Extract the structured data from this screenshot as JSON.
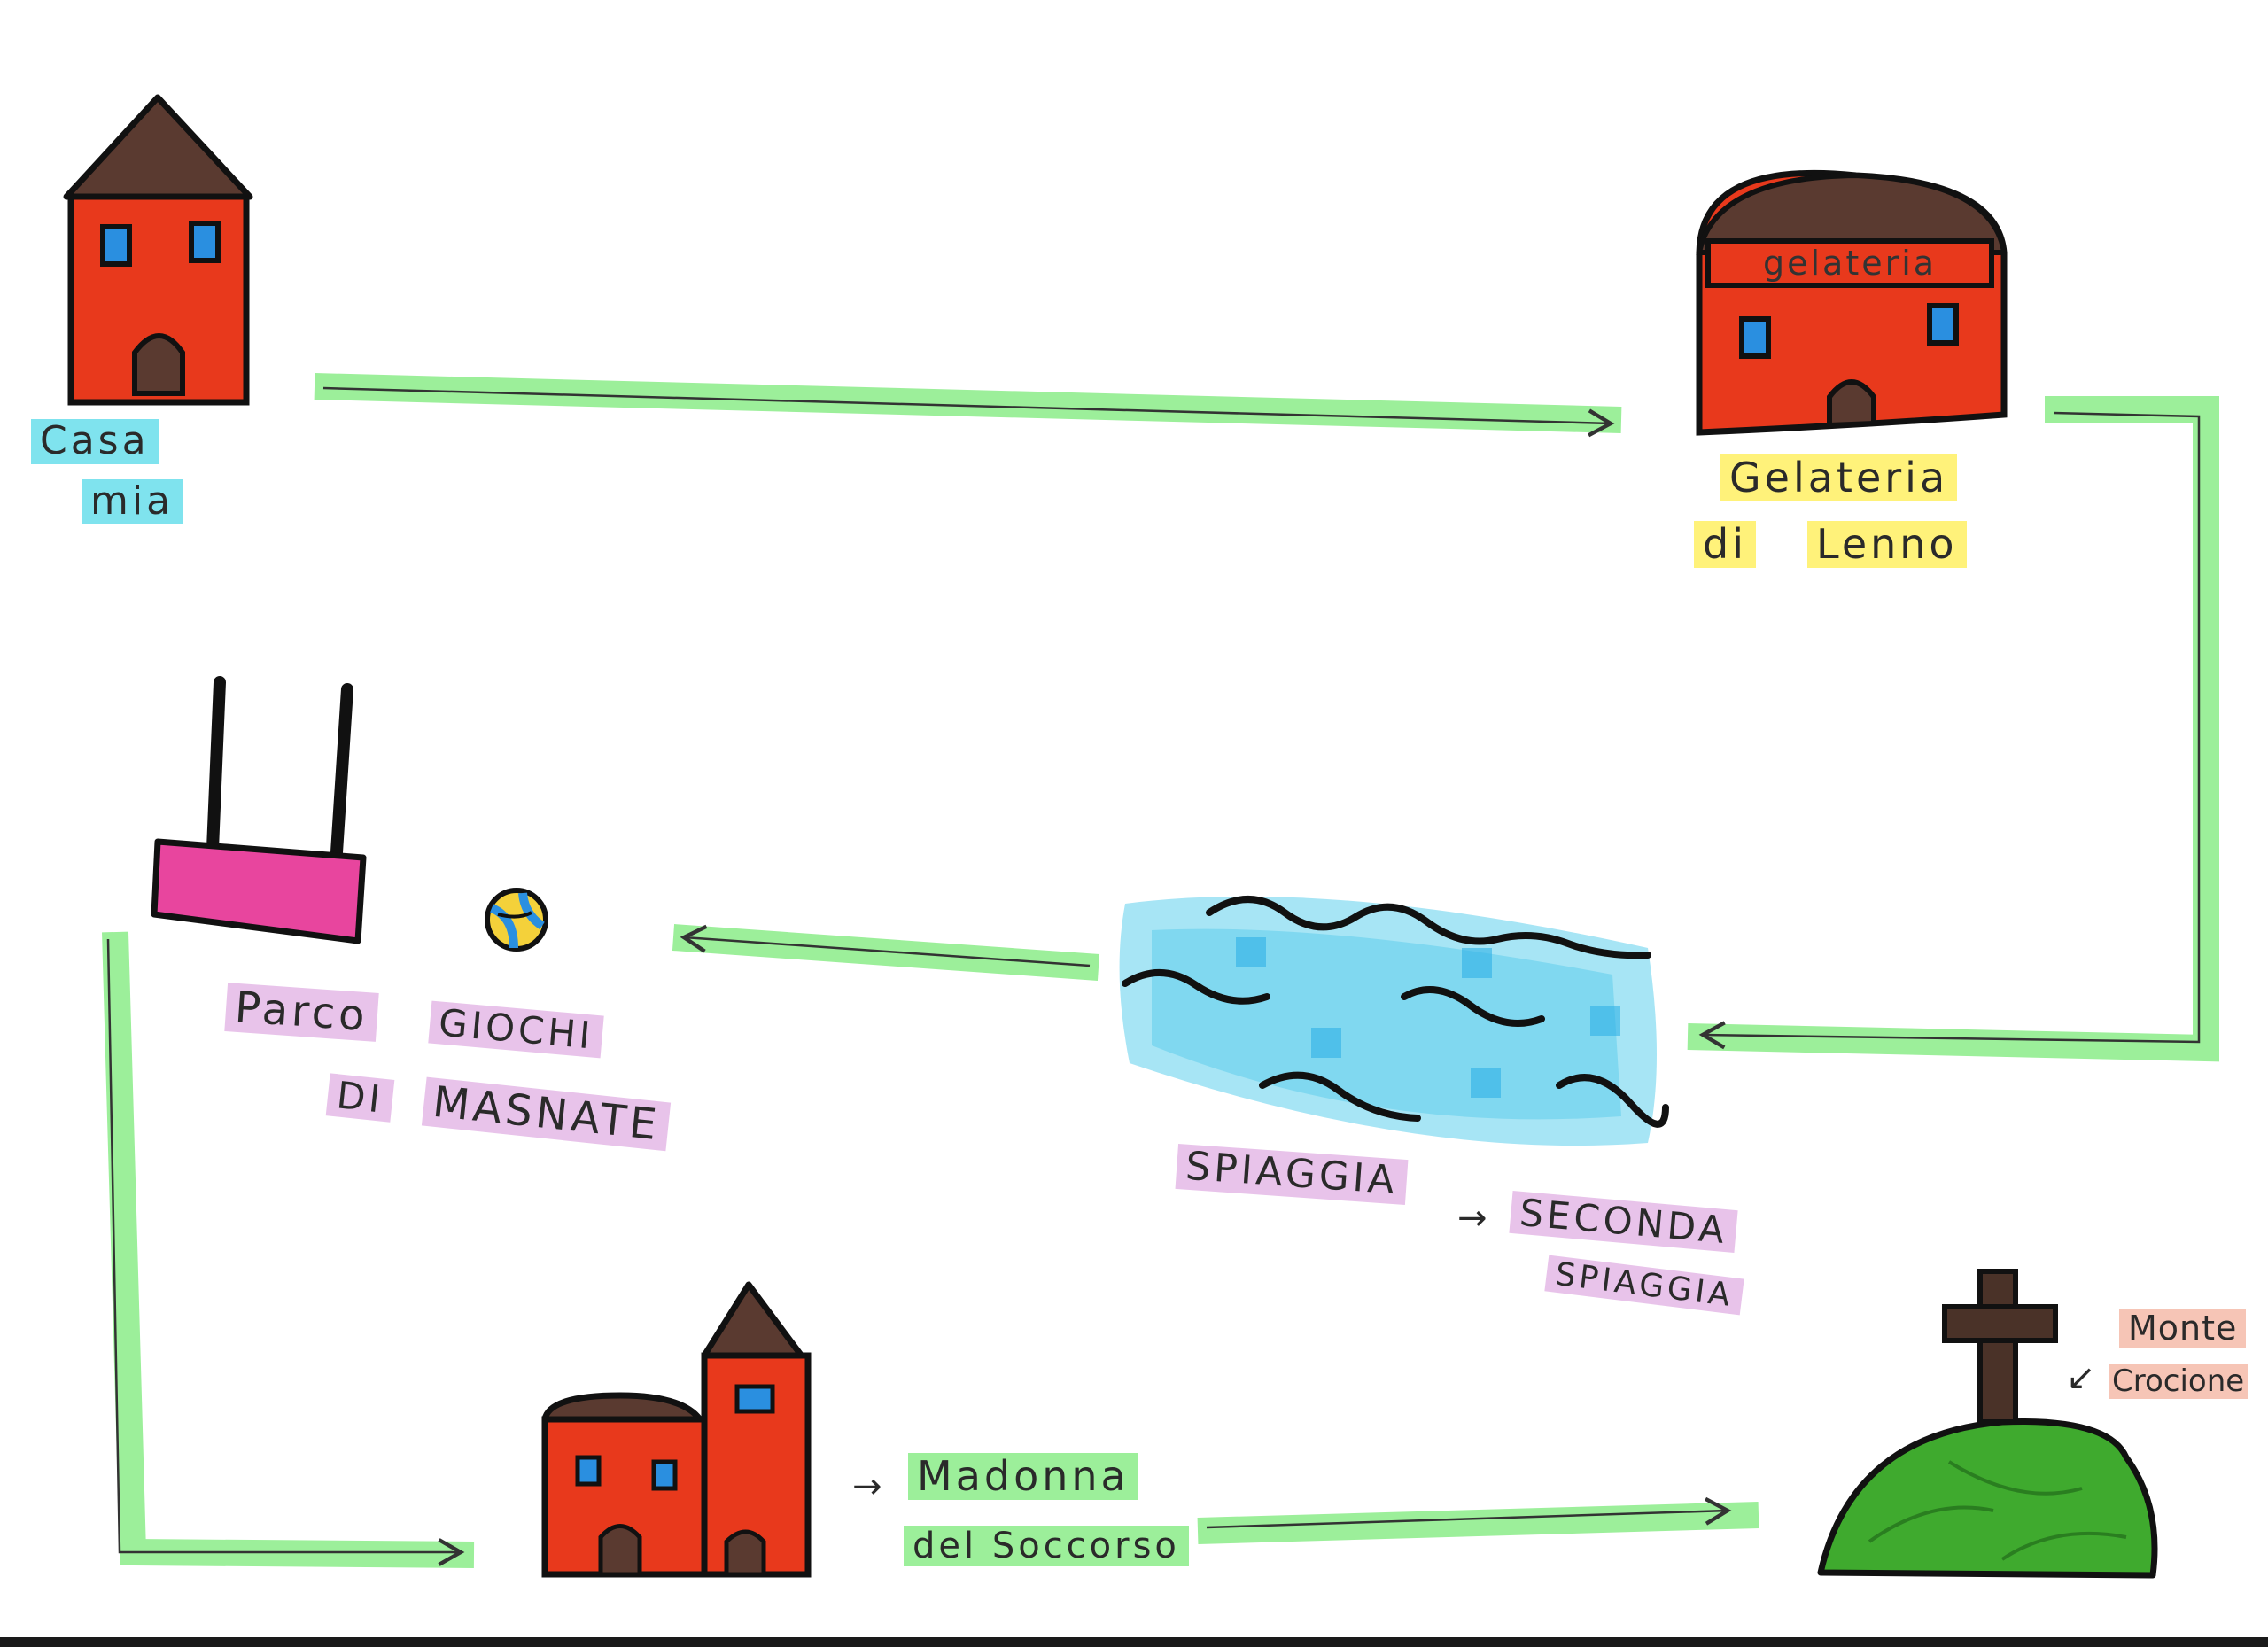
{
  "colors": {
    "paper": "#ffffff",
    "path": "#9cef9a",
    "building_wall": "#e8391c",
    "roof": "#5a3a30",
    "window": "#2a8fe0",
    "outline": "#111111",
    "water": "#6fd3ee",
    "hill": "#3faa2e",
    "cross": "#4a3228",
    "swing_seat": "#e8459e"
  },
  "places": {
    "home": {
      "line1": "Casa",
      "line2": "mia",
      "icon": "house-icon"
    },
    "gelateria": {
      "sign": "gelateria",
      "line1": "Gelateria",
      "line2_a": "di",
      "line2_b": "Lenno",
      "icon": "ice-cream-shop-icon"
    },
    "playground": {
      "line1_a": "Parco",
      "line1_b": "GIOCHI",
      "line2_a": "DI",
      "line2_b": "MASNATE",
      "icon": "swing-icon"
    },
    "beach": {
      "line1": "SPIAGGIA",
      "arrow": "→",
      "line2": "SECONDA",
      "line3": "SPIAGGIA",
      "icon": "water-waves-icon"
    },
    "church": {
      "arrow": "→",
      "line1": "Madonna",
      "line2": "del Soccorso",
      "icon": "church-icon"
    },
    "mountain": {
      "line1": "Monte",
      "arrow": "↙",
      "line2": "Crocione",
      "icon": "hill-cross-icon"
    }
  }
}
